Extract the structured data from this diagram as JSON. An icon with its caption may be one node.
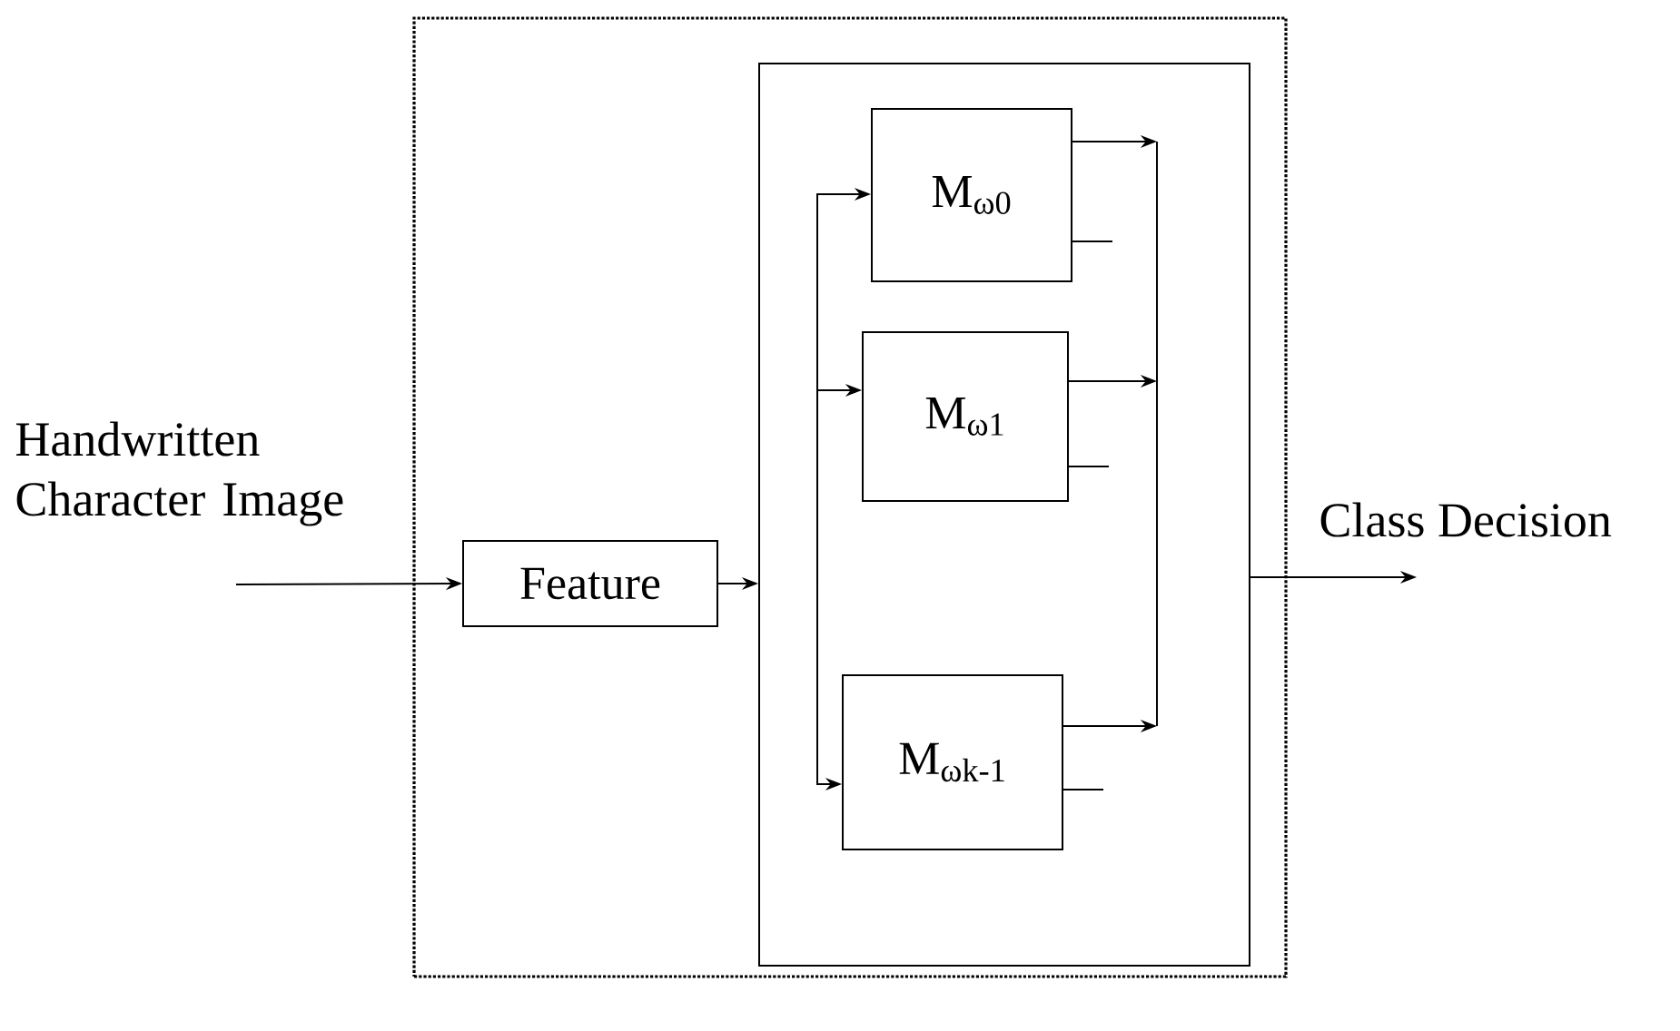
{
  "diagram": {
    "nodes": [
      {
        "text": [],
        "shape": "box"
      },
      {
        "text": [],
        "shape": "box",
        "in": 0
      },
      {
        "text": [
          "Feature"
        ],
        "in": 0
      },
      {
        "text": [
          "M$_{ω0}$"
        ],
        "in": 1
      },
      {
        "text": [
          "M$_{ω1}$"
        ],
        "in": 1
      },
      {
        "text": [
          "M$_{ωk-1}$"
        ],
        "in": 1
      }
    ],
    "edges": [
      {
        "from": null,
        "to": 2,
        "arrow": "to",
        "label": "Handwritten Character Image"
      },
      {
        "from": 2,
        "to": 1,
        "arrow": "to"
      },
      {
        "from": null,
        "to": 3,
        "arrow": "to"
      },
      {
        "from": null,
        "to": 4,
        "arrow": "to"
      },
      {
        "from": null,
        "to": 5,
        "arrow": "to"
      },
      {
        "from": 3,
        "to": null,
        "arrow": "to"
      },
      {
        "from": 4,
        "to": null,
        "arrow": "to"
      },
      {
        "from": 5,
        "to": null,
        "arrow": "to"
      },
      {
        "from": 1,
        "to": null,
        "arrow": "to",
        "label": "Class Decision"
      }
    ]
  }
}
